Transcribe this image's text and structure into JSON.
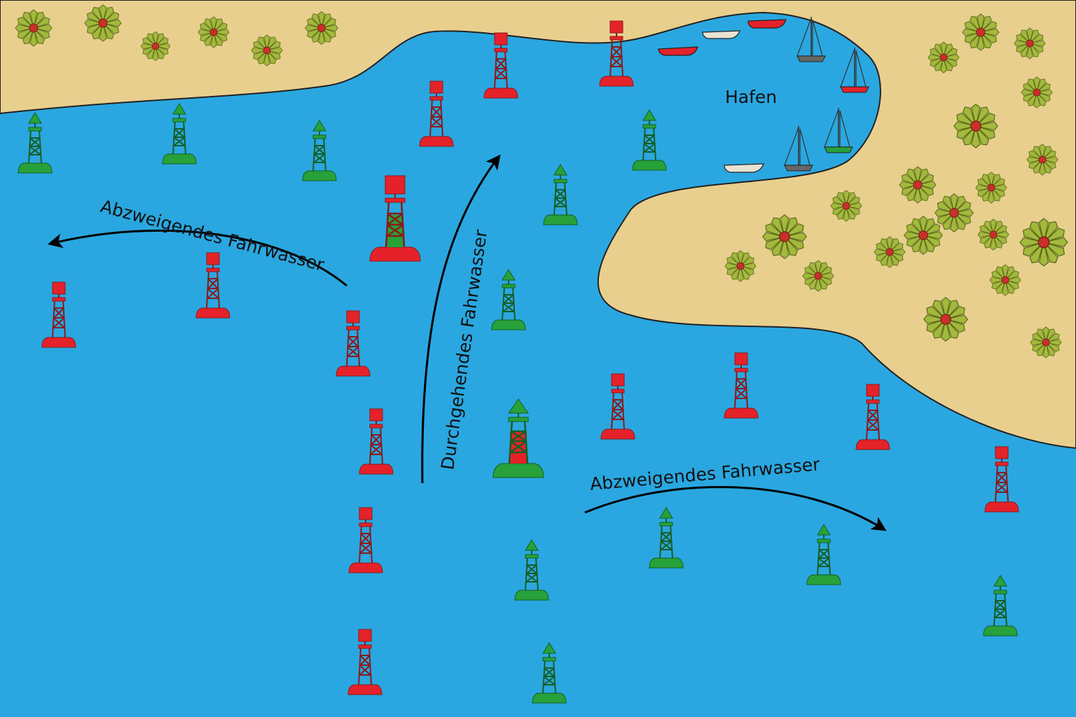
{
  "labels": {
    "harbor": "Hafen",
    "main_channel": "Durchgehendes Fahrwasser",
    "branch_left": "Abzweigendes Fahrwasser",
    "branch_right": "Abzweigendes Fahrwasser"
  },
  "colors": {
    "water": "#2aa7e0",
    "land": "#e8cf8e",
    "red_buoy": "#e52229",
    "green_buoy": "#27a13a",
    "arrow": "#000000",
    "plant_leaf": "#a3b93c",
    "plant_center": "#c8302a"
  },
  "icons": {
    "red_buoy": "port-lateral-buoy-icon (red, square topmark)",
    "green_buoy": "starboard-lateral-buoy-icon (green, cone topmark)",
    "sailboat": "sailboat-icon",
    "rowboat": "rowboat-icon",
    "plant": "shrub-icon"
  }
}
